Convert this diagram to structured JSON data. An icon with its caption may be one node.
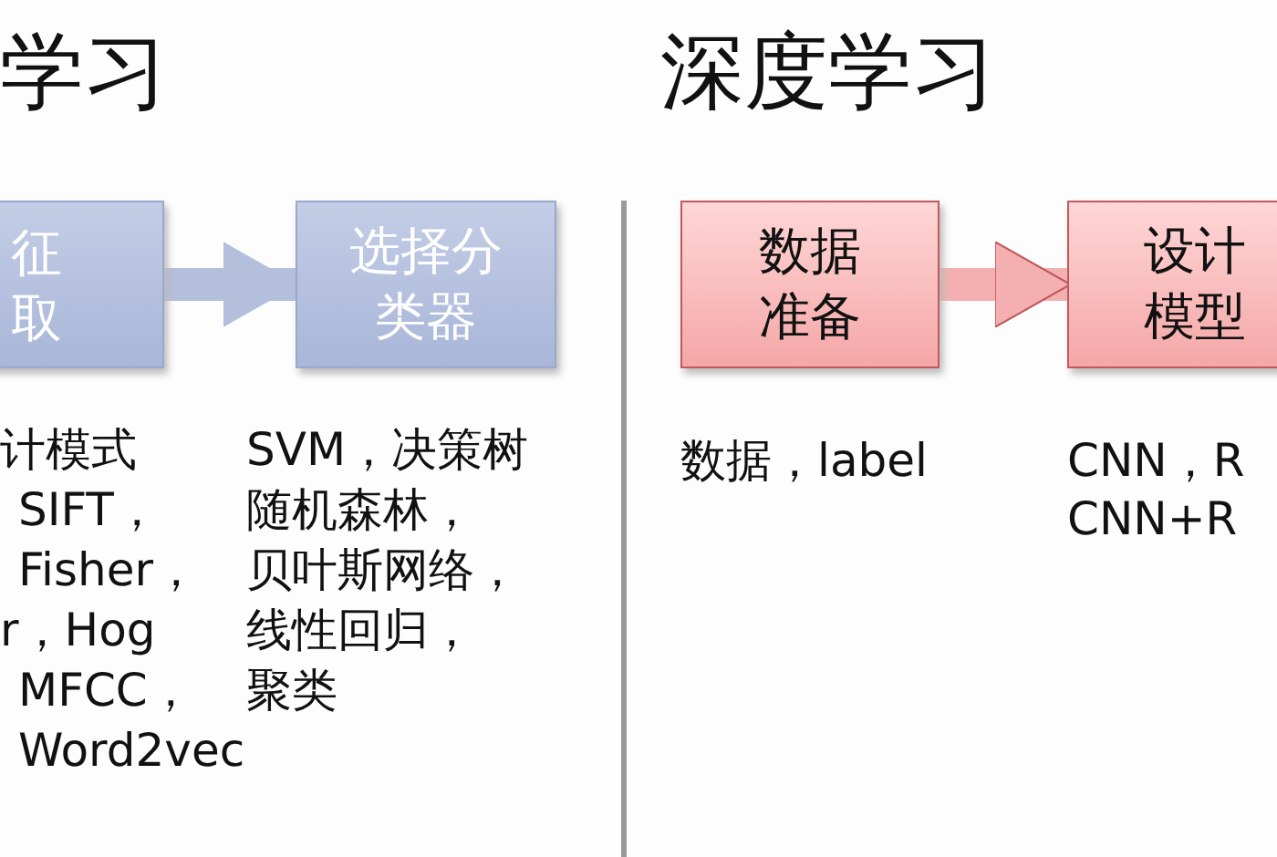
{
  "diagram": {
    "nodes": [
      {
        "text": [
          "征取"
        ]
      },
      {
        "text": [
          "选择分类器"
        ]
      },
      {
        "text": [
          "数据准备"
        ]
      },
      {
        "text": [
          "设计模型"
        ]
      }
    ],
    "edges": [
      {
        "from": 0,
        "to": 1,
        "arrow": "to"
      },
      {
        "from": 2,
        "to": 3,
        "arrow": "to"
      }
    ],
    "labels": [
      "学习",
      "深度学习",
      "计模式",
      "SVM，决策树",
      "SIFT，",
      "随机森林，",
      "Fisher，",
      "贝叶斯网络，",
      "r，Hog",
      "线性回归，",
      "MFCC，",
      "聚类",
      "Word2vec",
      "数据，label",
      "CNN，R",
      "CNN+R"
    ]
  }
}
